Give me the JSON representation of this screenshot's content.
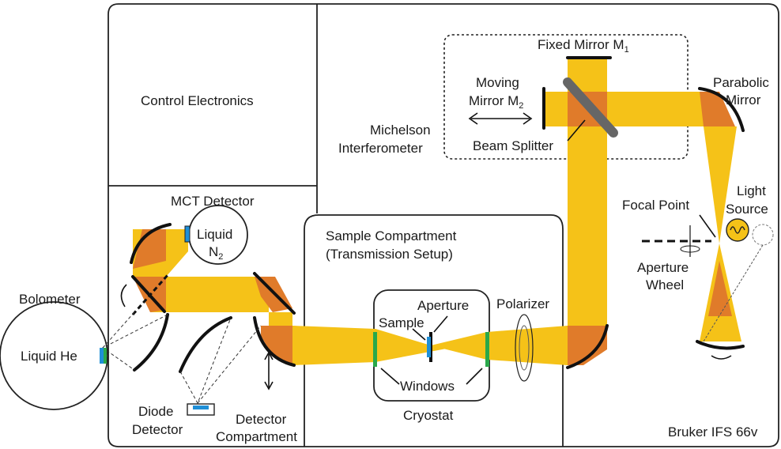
{
  "labels": {
    "control_electronics": "Control Electronics",
    "fixed_mirror": "Fixed Mirror M",
    "fixed_mirror_sub": "1",
    "moving_mirror_1": "Moving",
    "moving_mirror_2": "Mirror M",
    "moving_mirror_sub": "2",
    "michelson_1": "Michelson",
    "michelson_2": "Interferometer",
    "beam_splitter": "Beam Splitter",
    "parabolic_1": "Parabolic",
    "parabolic_2": "Mirror",
    "mct_detector": "MCT Detector",
    "liquid": "Liquid",
    "n2": "N",
    "n2_sub": "2",
    "focal_point": "Focal Point",
    "light_1": "Light",
    "light_2": "Source",
    "aperture_wheel_1": "Aperture",
    "aperture_wheel_2": "Wheel",
    "sample_compartment_1": "Sample Compartment",
    "sample_compartment_2": "(Transmission Setup)",
    "bolometer": "Bolometer",
    "liquid_he": "Liquid He",
    "aperture": "Aperture",
    "sample": "Sample",
    "polarizer": "Polarizer",
    "windows": "Windows",
    "cryostat": "Cryostat",
    "diode_1": "Diode",
    "diode_2": "Detector",
    "detector_comp_1": "Detector",
    "detector_comp_2": "Compartment",
    "bruker": "Bruker IFS 66v"
  },
  "colors": {
    "beam": "#f5c218",
    "beam_dark": "#e07b2a",
    "window": "#2aa84a",
    "detector_element": "#1f8fd6",
    "outline": "#222222"
  }
}
